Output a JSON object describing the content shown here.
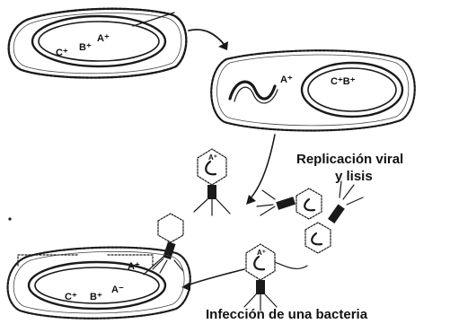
{
  "captions": {
    "replication_line1": "Replicación viral",
    "replication_line2": "y lisis",
    "infection": "Infección de una bacteria"
  },
  "genes": {
    "c_plus": "C⁺",
    "b_plus": "B⁺",
    "a_plus": "A⁺",
    "a_minus": "A⁻",
    "cb_plus": "C⁺B⁺"
  }
}
